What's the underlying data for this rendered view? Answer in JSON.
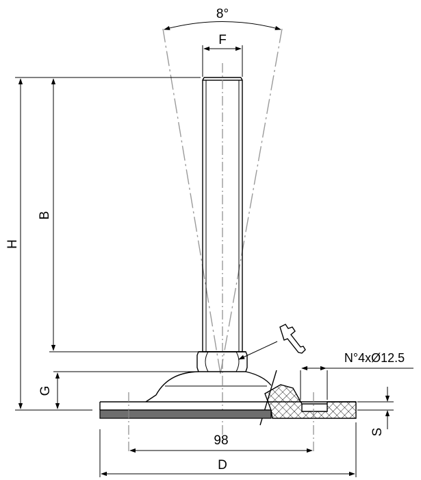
{
  "labels": {
    "angle": "8°",
    "thread": "F",
    "height_total": "H",
    "thread_length": "B",
    "base_height": "G",
    "holes": "N°4xØ12.5",
    "hole_spacing": "98",
    "base_diameter": "D",
    "pad_thickness": "S"
  },
  "icons": {
    "tool": "wrench-icon"
  },
  "colors": {
    "line": "#000000",
    "centerline": "#8a8a8a",
    "rubber_pad": "#6e6e6e",
    "hatch": "#000000"
  }
}
